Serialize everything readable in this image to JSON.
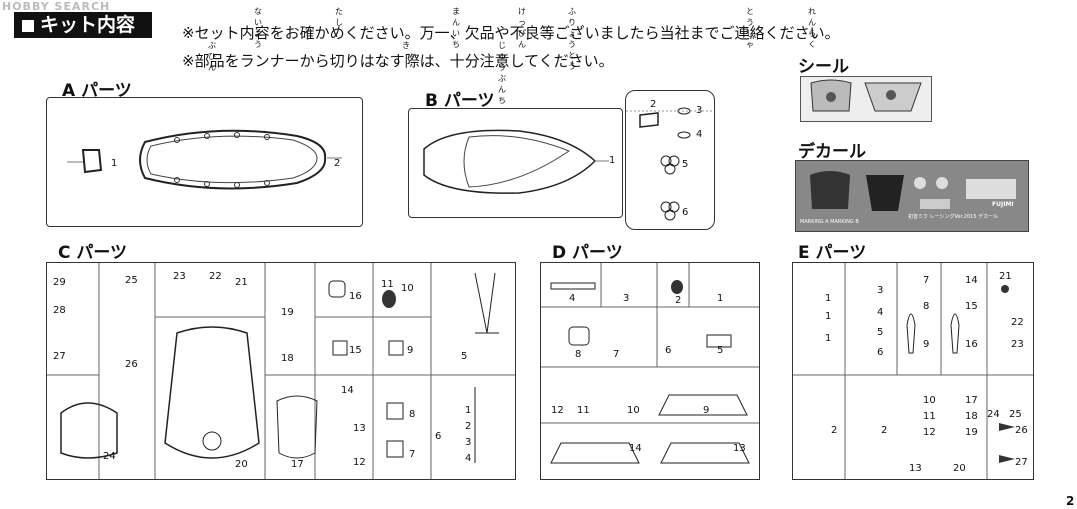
{
  "watermark": "HOBBY SEARCH",
  "header": {
    "title": "キット内容"
  },
  "notes": [
    "※セット内容をお確かめください。万一、欠品や不良等ございましたら当社までご連絡ください。",
    "※部品をランナーから切りはなす際は、十分注意してください。"
  ],
  "furigana": {
    "naiyou": "ないよう",
    "tashi": "たし",
    "manichi": "まんいち",
    "keppin": "けっぴん",
    "furyoutou": "ふりょうとう",
    "tousha": "とうしゃ",
    "renraku": "れんらく",
    "buhin": "ぶひん",
    "kiri": "き",
    "juubun": "じゅうぶんちゅうい"
  },
  "sections": {
    "A": {
      "title": "A パーツ",
      "labels": [
        "1",
        "2"
      ]
    },
    "B": {
      "title": "B パーツ",
      "labels": [
        "1",
        "2",
        "3",
        "4",
        "5",
        "6"
      ]
    },
    "C": {
      "title": "C パーツ",
      "labels": [
        "29",
        "28",
        "27",
        "25",
        "26",
        "23",
        "22",
        "21",
        "24",
        "20",
        "19",
        "18",
        "17",
        "16",
        "15",
        "14",
        "13",
        "12",
        "11",
        "10",
        "9",
        "8",
        "7",
        "6",
        "5",
        "1",
        "2",
        "3",
        "4"
      ]
    },
    "D": {
      "title": "D パーツ",
      "labels": [
        "4",
        "3",
        "2",
        "1",
        "8",
        "7",
        "6",
        "5",
        "12",
        "11",
        "10",
        "9",
        "14",
        "13"
      ]
    },
    "E": {
      "title": "E パーツ",
      "labels": [
        "1",
        "1",
        "1",
        "3",
        "4",
        "5",
        "6",
        "7",
        "8",
        "9",
        "14",
        "15",
        "16",
        "21",
        "22",
        "23",
        "2",
        "2",
        "10",
        "11",
        "12",
        "13",
        "17",
        "18",
        "19",
        "20",
        "24",
        "25",
        "26",
        "27"
      ]
    },
    "seal": {
      "title": "シール"
    },
    "decal": {
      "title": "デカール"
    }
  },
  "decal_text": [
    "MARKING A  MARKING B",
    "初音ミク レーシングVer.2015 デカール",
    "FUJIMI"
  ],
  "page_number": "2"
}
